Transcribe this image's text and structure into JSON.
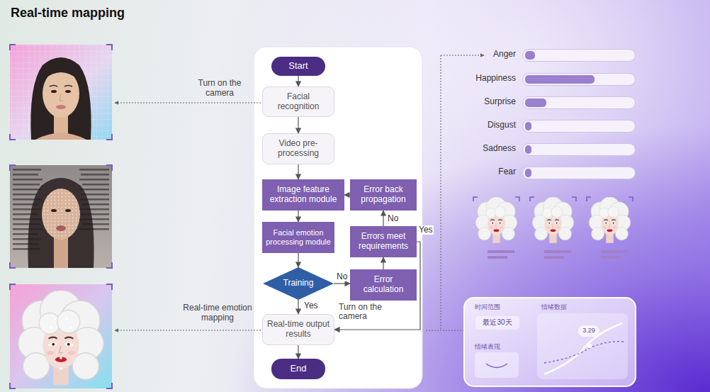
{
  "diagram": {
    "title": "Real-time mapping",
    "nodes": [
      {
        "text": [
          "Start"
        ]
      },
      {
        "text": [
          "Facial recognition"
        ]
      },
      {
        "text": [
          "Video pre-processing"
        ]
      },
      {
        "text": [
          "Image feature extraction module"
        ]
      },
      {
        "text": [
          "Facial emotion processing module"
        ]
      },
      {
        "text": [
          "Training"
        ]
      },
      {
        "text": [
          "Real-time output results"
        ]
      },
      {
        "text": [
          "End"
        ]
      },
      {
        "text": [
          "Error calculation"
        ]
      },
      {
        "text": [
          "Errors meet requirements"
        ]
      },
      {
        "text": [
          "Error back propagation"
        ]
      }
    ],
    "edges": [
      {
        "from": 0,
        "to": 1,
        "arrow": "to"
      },
      {
        "from": 1,
        "to": 2,
        "arrow": "to"
      },
      {
        "from": 2,
        "to": 3,
        "arrow": "to"
      },
      {
        "from": 3,
        "to": 4,
        "arrow": "to"
      },
      {
        "from": 4,
        "to": 5,
        "arrow": "to"
      },
      {
        "from": 5,
        "to": 6,
        "label": "Yes",
        "arrow": "to"
      },
      {
        "from": 6,
        "to": 7,
        "arrow": "to"
      },
      {
        "from": 5,
        "to": 8,
        "label": "No",
        "arrow": "to"
      },
      {
        "from": 8,
        "to": 9,
        "arrow": "to"
      },
      {
        "from": 9,
        "to": 10,
        "label": "No",
        "arrow": "to"
      },
      {
        "from": 10,
        "to": 3,
        "arrow": "to"
      },
      {
        "from": 9,
        "to": 6,
        "label": "Yes",
        "arrow": "to"
      }
    ],
    "labels": [
      "Turn on the camera",
      "Real-time emotion mapping",
      "Turn on the camera",
      "Anger",
      "Happiness",
      "Surprise",
      "Disgust",
      "Sadness",
      "Fear",
      "时间范围",
      "最近30天",
      "情绪数据",
      "情绪表现",
      "3.29"
    ]
  }
}
